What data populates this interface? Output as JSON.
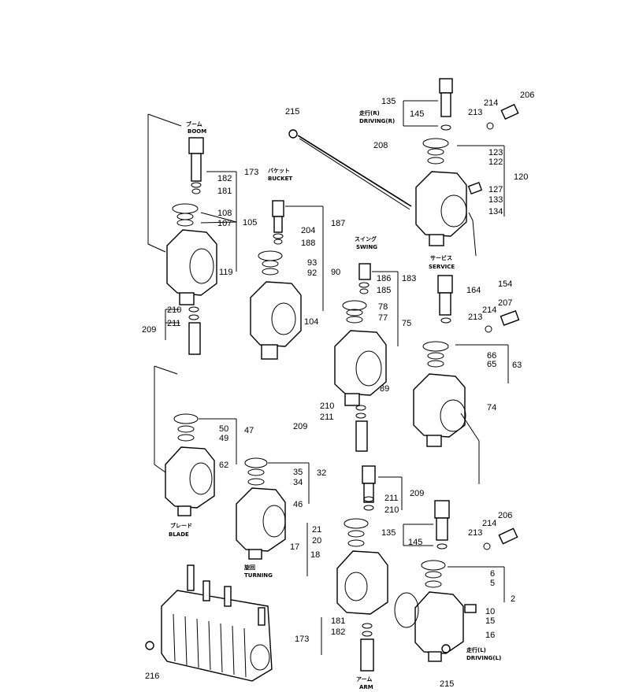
{
  "parts": {
    "p135a": "135",
    "p145a": "145",
    "p214a": "214",
    "p206a": "206",
    "p213a": "213",
    "p215a": "215",
    "p208": "208",
    "p123": "123",
    "p122": "122",
    "p120": "120",
    "p127": "127",
    "p133": "133",
    "p134": "134",
    "p173a": "173",
    "p182a": "182",
    "p181a": "181",
    "p108": "108",
    "p107": "107",
    "p105": "105",
    "p119": "119",
    "p210a": "210",
    "p211a": "211",
    "p209a": "209",
    "p187": "187",
    "p204": "204",
    "p188": "188",
    "p93": "93",
    "p92": "92",
    "p90": "90",
    "p104": "104",
    "p186": "186",
    "p185": "185",
    "p183": "183",
    "p78": "78",
    "p77": "77",
    "p75": "75",
    "p89": "89",
    "p210b": "210",
    "p211b": "211",
    "p209b": "209",
    "p154": "154",
    "p164": "164",
    "p214b": "214",
    "p207": "207",
    "p213b": "213",
    "p66": "66",
    "p65": "65",
    "p63": "63",
    "p74": "74",
    "p50": "50",
    "p49": "49",
    "p47": "47",
    "p62": "62",
    "p35": "35",
    "p34": "34",
    "p32": "32",
    "p46": "46",
    "p211c": "211",
    "p210c": "210",
    "p209c": "209",
    "p21": "21",
    "p20": "20",
    "p17": "17",
    "p18": "18",
    "p135b": "135",
    "p145b": "145",
    "p214c": "214",
    "p206b": "206",
    "p213c": "213",
    "p6": "6",
    "p5": "5",
    "p2": "2",
    "p10": "10",
    "p15": "15",
    "p16": "16",
    "p181b": "181",
    "p182b": "182",
    "p173b": "173",
    "p216": "216",
    "p215b": "215"
  },
  "labels": {
    "boom_jp": "ブーム",
    "boom_en": "BOOM",
    "bucket_jp": "バケット",
    "bucket_en": "BUCKET",
    "swing_jp": "スイング",
    "swing_en": "SWING",
    "service_jp": "サービス",
    "service_en": "SERVICE",
    "blade_jp": "ブレード",
    "blade_en": "BLADE",
    "turning_jp": "旋回",
    "turning_en": "TURNING",
    "arm_jp": "アーム",
    "arm_en": "ARM",
    "driving_r_jp": "走行(R)",
    "driving_r_en": "DRIVING(R)",
    "driving_l_jp": "走行(L)",
    "driving_l_en": "DRIVING(L)"
  }
}
